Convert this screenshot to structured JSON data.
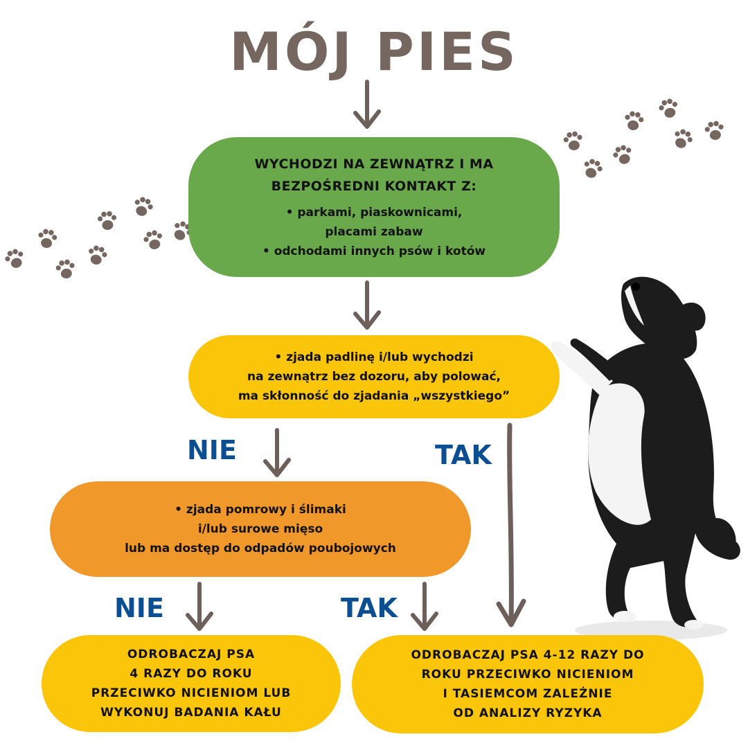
{
  "title": "MÓJ PIES",
  "box1": {
    "heading_lines": [
      "WYCHODZI NA ZEWNĄTRZ I MA",
      "BEZPOŚREDNI KONTAKT Z:"
    ],
    "items": [
      "• parkami, piaskownicami,",
      "placami zabaw",
      "• odchodami innych psów i kotów"
    ]
  },
  "box2": {
    "lines": [
      "• zjada padlinę i/lub wychodzi",
      "na zewnątrz bez dozoru, aby polować,",
      "ma skłonność do zjadania „wszystkiego”"
    ]
  },
  "box3": {
    "lines": [
      "• zjada pomrowy i ślimaki",
      "i/lub surowe mięso",
      "lub ma dostęp do odpadów poubojowych"
    ]
  },
  "box4": {
    "lines": [
      "ODROBACZAJ PSA",
      "4 RAZY DO ROKU",
      "PRZECIWKO NICIENIOM LUB",
      "WYKONUJ BADANIA KAŁU"
    ]
  },
  "box5": {
    "lines": [
      "ODROBACZAJ PSA 4-12 RAZY DO",
      "ROKU PRZECIWKO NICIENIOM",
      "I TASIEMCOM ZALEŻNIE",
      "OD ANALIZY RYZYKA"
    ]
  },
  "labels": {
    "nie1": "NIE",
    "tak1": "TAK",
    "nie2": "NIE",
    "tak2": "TAK"
  },
  "colors": {
    "title": "#756660",
    "green": "#6aa94b",
    "yellow": "#fbc509",
    "orange": "#f0982a",
    "label": "#0b4f92",
    "arrow": "#6d5f5a",
    "paw": "#756660"
  }
}
